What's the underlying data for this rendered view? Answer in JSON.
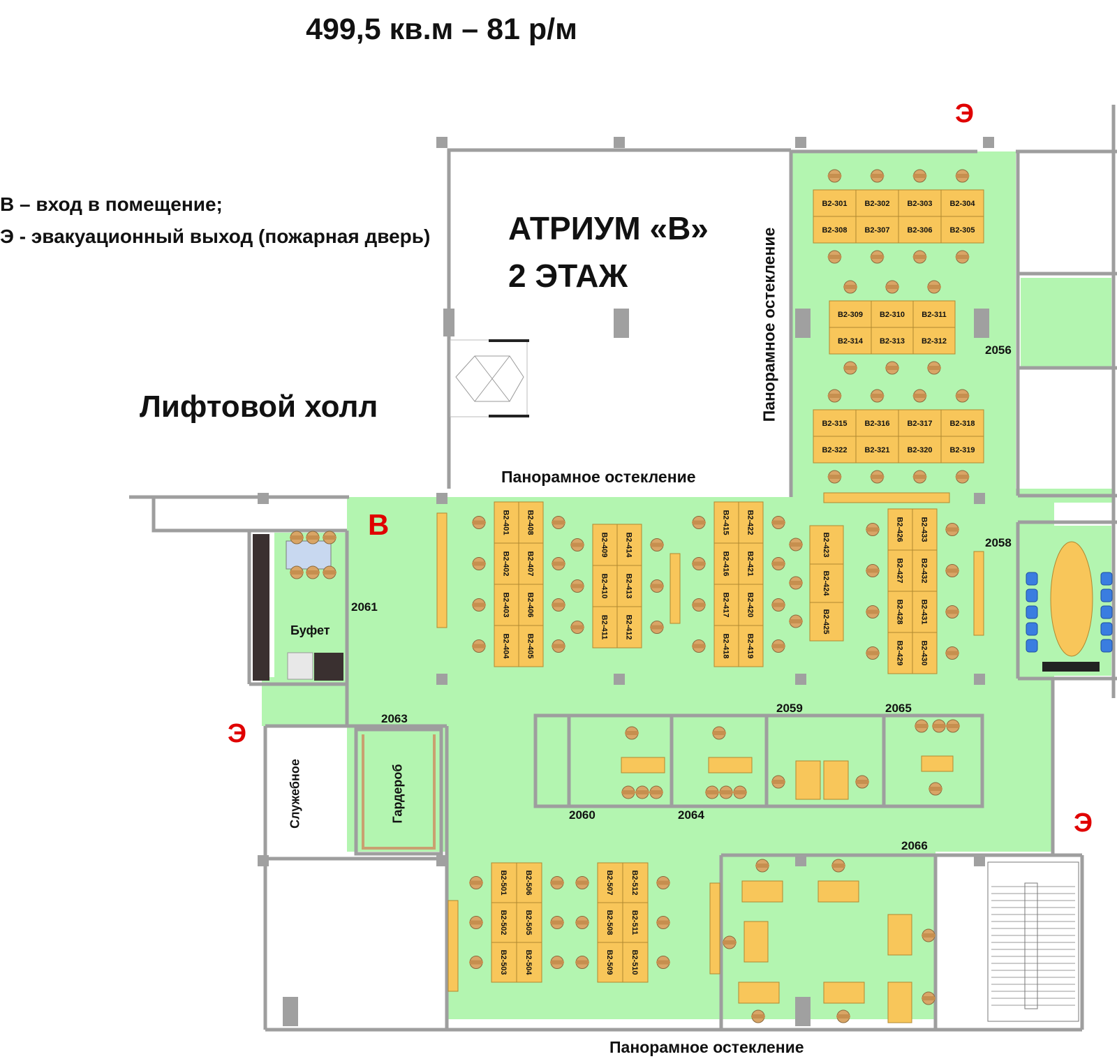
{
  "header": {
    "title": "499,5 кв.м – 81 р/м"
  },
  "legend": {
    "entrance": "В – вход в помещение;",
    "evacuation": "Э - эвакуационный выход (пожарная дверь)"
  },
  "labels": {
    "atrium": "АТРИУМ «В»",
    "floor": "2 ЭТАЖ",
    "lift_hall": "Лифтовой холл",
    "glazing_top": "Панорамное остекление",
    "glazing_vertical": "Панорамное остекление",
    "glazing_bottom": "Панорамное остекление",
    "entrance_mark": "В",
    "evac_mark": "Э",
    "buffet": "Буфет",
    "service": "Служебное",
    "wardrobe": "Гардероб"
  },
  "rooms": [
    "2056",
    "2058",
    "2059",
    "2060",
    "2061",
    "2063",
    "2064",
    "2065",
    "2066"
  ],
  "colors": {
    "floor_green": "#b3f5b0",
    "desk": "#f8c65a",
    "wall": "#9e9e9e",
    "chair": "#d9a566",
    "red": "#e00000"
  },
  "desk_groups": {
    "g301": {
      "top": [
        "В2-301",
        "В2-302",
        "В2-303",
        "В2-304"
      ],
      "bottom": [
        "В2-308",
        "В2-307",
        "В2-306",
        "В2-305"
      ]
    },
    "g309": {
      "top": [
        "В2-309",
        "В2-310",
        "В2-311"
      ],
      "bottom": [
        "В2-314",
        "В2-313",
        "В2-312"
      ]
    },
    "g315": {
      "top": [
        "В2-315",
        "В2-316",
        "В2-317",
        "В2-318"
      ],
      "bottom": [
        "В2-322",
        "В2-321",
        "В2-320",
        "В2-319"
      ]
    },
    "g401": {
      "left": [
        "В2-401",
        "В2-402",
        "В2-403",
        "В2-404"
      ],
      "right": [
        "В2-408",
        "В2-407",
        "В2-406",
        "В2-405"
      ]
    },
    "g409": {
      "left": [
        "В2-409",
        "В2-410",
        "В2-411"
      ],
      "right": [
        "В2-414",
        "В2-413",
        "В2-412"
      ]
    },
    "g415": {
      "left": [
        "В2-415",
        "В2-416",
        "В2-417",
        "В2-418"
      ],
      "right": [
        "В2-422",
        "В2-421",
        "В2-420",
        "В2-419"
      ]
    },
    "g423": {
      "single": [
        "В2-423",
        "В2-424",
        "В2-425"
      ]
    },
    "g426": {
      "left": [
        "В2-426",
        "В2-427",
        "В2-428",
        "В2-429"
      ],
      "right": [
        "В2-433",
        "В2-432",
        "В2-431",
        "В2-430"
      ]
    },
    "g501": {
      "left": [
        "В2-501",
        "В2-502",
        "В2-503"
      ],
      "right": [
        "В2-506",
        "В2-505",
        "В2-504"
      ]
    },
    "g507": {
      "left": [
        "В2-507",
        "В2-508",
        "В2-509"
      ],
      "right": [
        "В2-512",
        "В2-511",
        "В2-510"
      ]
    }
  }
}
